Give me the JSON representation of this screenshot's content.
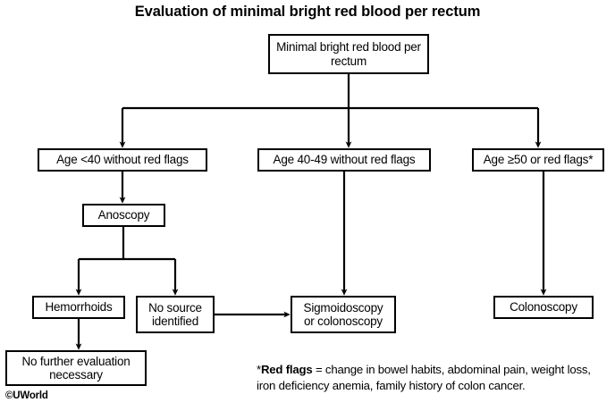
{
  "title": "Evaluation of minimal bright red blood per rectum",
  "nodes": {
    "root": "Minimal bright red blood per rectum",
    "age_under_40": "Age <40 without red flags",
    "age_40_49": "Age 40-49 without red flags",
    "age_50_plus": "Age ≥50 or red flags*",
    "anoscopy": "Anoscopy",
    "hemorrhoids": "Hemorrhoids",
    "no_source": "No source identified",
    "sigmoidoscopy": "Sigmoidoscopy or colonoscopy",
    "colonoscopy": "Colonoscopy",
    "no_further_evaluation": "No further evaluation necessary"
  },
  "footnote": {
    "marker": "*",
    "term": "Red flags",
    "body": " = change in bowel habits, abdominal pain, weight loss, iron deficiency anemia, family history of colon cancer."
  },
  "watermark": "©UWorld",
  "colors": {
    "background": "#ffffff",
    "ink": "#000000",
    "border": "#000000"
  },
  "chart_data": {
    "type": "diagram",
    "title": "Evaluation of minimal bright red blood per rectum",
    "nodes": [
      {
        "id": "root",
        "label": "Minimal bright red blood per rectum",
        "tier": 0
      },
      {
        "id": "age_under_40",
        "label": "Age <40 without red flags",
        "tier": 1
      },
      {
        "id": "age_40_49",
        "label": "Age 40-49 without red flags",
        "tier": 1
      },
      {
        "id": "age_50_plus",
        "label": "Age ≥50 or red flags*",
        "tier": 1
      },
      {
        "id": "anoscopy",
        "label": "Anoscopy",
        "tier": 2
      },
      {
        "id": "hemorrhoids",
        "label": "Hemorrhoids",
        "tier": 3
      },
      {
        "id": "no_source",
        "label": "No source identified",
        "tier": 3
      },
      {
        "id": "sigmoidoscopy",
        "label": "Sigmoidoscopy or colonoscopy",
        "tier": 3
      },
      {
        "id": "colonoscopy",
        "label": "Colonoscopy",
        "tier": 3
      },
      {
        "id": "no_further_evaluation",
        "label": "No further evaluation necessary",
        "tier": 4
      }
    ],
    "edges": [
      {
        "from": "root",
        "to": "age_under_40"
      },
      {
        "from": "root",
        "to": "age_40_49"
      },
      {
        "from": "root",
        "to": "age_50_plus"
      },
      {
        "from": "age_under_40",
        "to": "anoscopy"
      },
      {
        "from": "age_40_49",
        "to": "sigmoidoscopy"
      },
      {
        "from": "age_50_plus",
        "to": "colonoscopy"
      },
      {
        "from": "anoscopy",
        "to": "hemorrhoids"
      },
      {
        "from": "anoscopy",
        "to": "no_source"
      },
      {
        "from": "no_source",
        "to": "sigmoidoscopy"
      },
      {
        "from": "hemorrhoids",
        "to": "no_further_evaluation"
      }
    ]
  }
}
